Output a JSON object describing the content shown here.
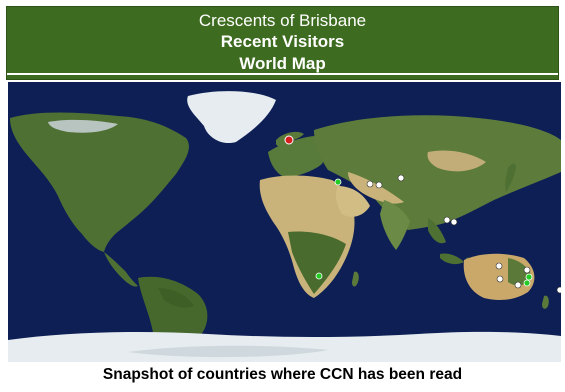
{
  "header": {
    "line1": "Crescents of Brisbane",
    "line2": "Recent Visitors",
    "line3": "World Map"
  },
  "caption": "Snapshot of countries where CCN has been read",
  "colors": {
    "header_bg": "#3d6b1f",
    "ocean": "#0e1f55",
    "land": "#5b7a3a",
    "desert": "#c9b37a",
    "ice": "#e6ecf0",
    "marker_white": "#ffffff",
    "marker_green": "#22cc22",
    "marker_red": "#d62020"
  }
}
